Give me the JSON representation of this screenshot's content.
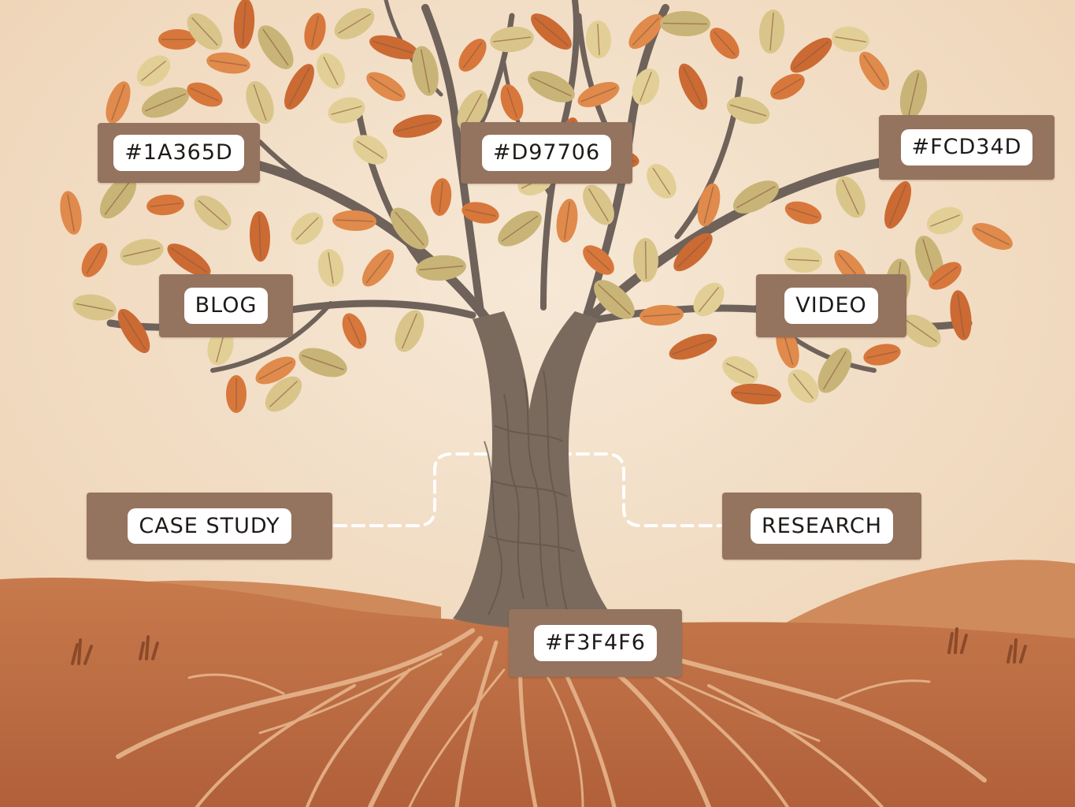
{
  "labels": {
    "color_1": "#1A365D",
    "color_2": "#D97706",
    "color_3": "#FCD34D",
    "blog": "BLOG",
    "video": "VIDEO",
    "case_study": "CASE STUDY",
    "research": "RESEARCH",
    "color_4": "#F3F4F6"
  },
  "palette": {
    "background": "#f1dcc3",
    "soil": "#bd6f44",
    "trunk": "#7a6a5e",
    "leaf_orange": "#d8773b",
    "leaf_olive": "#d9c58a",
    "tag_frame": "#94735f",
    "tag_fill": "#ffffff"
  }
}
